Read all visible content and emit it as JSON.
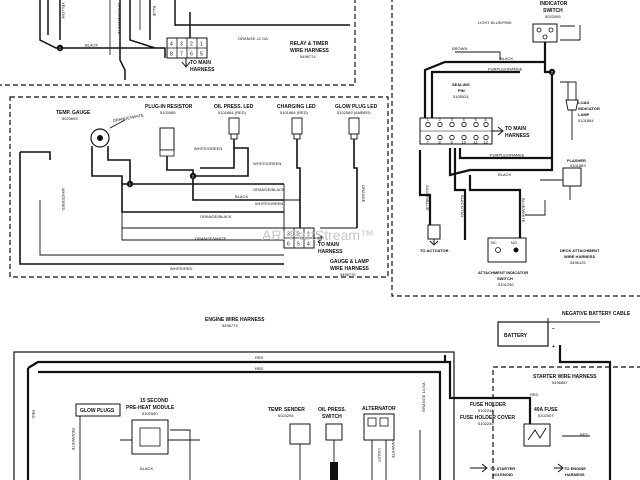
{
  "relay_timer": {
    "title_line1": "RELAY & TIMER",
    "title_line2": "WIRE HARNESS",
    "part": "5496774",
    "to_main_line1": "TO MAIN",
    "to_main_line2": "HARNESS",
    "wire_orange": "ORANGE 12 GA.",
    "wire_black": "BLACK",
    "wire_blue": "BLUE",
    "wire_orange_white": "ORANGE/WHITE",
    "wire_yellow": "YELLOW",
    "pins_top": [
      "4",
      "3",
      "2",
      "1"
    ],
    "pins_bottom": [
      "8",
      "7",
      "6",
      "5"
    ]
  },
  "indicator_switch": {
    "title_line1": "INDICATOR",
    "title_line2": "SWITCH",
    "part": "5022095",
    "wire_light_blue_pink": "LIGHT BLUE/PINK",
    "wire_purple_orange": "PURPLE/ORANGE"
  },
  "deck_harness": {
    "wire_brown": "BROWN",
    "wire_black": "BLACK",
    "wire_purple_orange": "PURPLE/ORANGE",
    "wire_purple_orange_2": "PURPLE/ORANGE",
    "wire_black_2": "BLACK",
    "sealing_pin_line1": "SEALING",
    "sealing_pin_line2": "PIN",
    "sealing_pin_part": "5105524",
    "to_main_line1": "TO MAIN",
    "to_main_line2": "HARNESS",
    "load_lamp_line1": "LOAD",
    "load_lamp_line2": "INDICATOR",
    "load_lamp_line3": "LAMP",
    "load_lamp_part": "5101884",
    "flasher": "FLASHER",
    "flasher_part": "5101883",
    "title_line1": "DECK ATTACHMENT",
    "title_line2": "WIRE HARNESS",
    "part": "5496125",
    "to_actuator": "TO ACTUATOR",
    "attach_switch_line1": "ATTACHMENT INDICATOR",
    "attach_switch_line2": "SWITCH",
    "attach_switch_part": "5101290",
    "wire_blue_white": "BLUE/WHITE",
    "wire_silver_blue": "SILVER/BLUE",
    "wire_black_tan": "BLACK/TAN",
    "switch_nc": "NC",
    "switch_no": "NO",
    "pins_top": [
      "1",
      "2",
      "3",
      "4",
      "5",
      "6"
    ],
    "pins_bottom": [
      "7",
      "8",
      "9",
      "10",
      "11",
      "12"
    ]
  },
  "gauge_lamp": {
    "temp_gauge": "TEMP. GAUGE",
    "temp_gauge_part": "5023693",
    "resistor": "PLUG-IN RESISTOR",
    "resistor_part": "5102685",
    "oil_led": "OIL PRESS. LED",
    "oil_led_part": "5101884 (RED)",
    "charging_led": "CHARGING LED",
    "charging_led_part": "5101884 (RED)",
    "glow_led": "GLOW PLUG LED",
    "glow_led_part": "5102589 (AMBER)",
    "title_line1": "GAUGE & LAMP",
    "title_line2": "WIRE HARNESS",
    "part": "5496775",
    "to_main_line1": "TO MAIN",
    "to_main_line2": "HARNESS",
    "wire_orange_white": "ORANGE/WHITE",
    "wire_white_green": "WHITE/GREEN",
    "wire_white_green_2": "WHITE/GREEN",
    "wire_orange_black": "ORANGE/BLACK",
    "wire_black": "BLACK",
    "wire_white_green_3": "WHITE/GREEN",
    "wire_orange_black_2": "ORANGE/BLACK",
    "wire_orange_white_2": "ORANGE/WHITE",
    "wire_white_red": "WHITE/RED",
    "wire_white_red_v": "WHITE/RED",
    "wire_orange_v": "ORANGE",
    "pins_top": [
      "3",
      "2",
      "1"
    ],
    "pins_bottom": [
      "6",
      "5",
      "4"
    ]
  },
  "engine": {
    "title_line1": "ENGINE WIRE HARNESS",
    "part": "5496773",
    "battery": "BATTERY",
    "neg_cable": "NEGATIVE BATTERY CABLE",
    "starter_harness": "STARTER WIRE HARNESS",
    "starter_harness_part": "5496887",
    "preheat_line1": "15 SECOND",
    "preheat_line2": "PRE-HEAT MODULE",
    "preheat_part": "5102590",
    "glow_plugs": "GLOW PLUGS",
    "temp_sender": "TEMP. SENDER",
    "temp_sender_part": "5023294",
    "oil_switch_line1": "OIL PRESS.",
    "oil_switch_line2": "SWITCH",
    "alternator": "ALTERNATOR",
    "fuse_holder": "FUSE HOLDER",
    "fuse_holder_part": "5102248",
    "fuse_cover": "FUSE HOLDER COVER",
    "fuse_cover_part": "5102249",
    "fuse_40a": "40A FUSE",
    "fuse_40a_part": "5102507",
    "to_starter_line1": "TO STARTER",
    "to_starter_line2": "SOLENOID",
    "to_engine_line1": "TO ENGINE",
    "to_engine_line2": "HARNESS",
    "wire_red": "RED",
    "wire_red_2": "RED",
    "wire_red_3": "RED",
    "wire_red_4": "RED",
    "wire_red_v": "RED",
    "wire_red_white": "RED/WHITE",
    "wire_black": "BLACK",
    "wire_orange_14": "ORANGE 14 GA.",
    "wire_green_white": "GREEN/WHITE",
    "wire_violet": "VIOLET",
    "battery_pos": "+",
    "battery_neg": "−"
  },
  "watermark": "ARI PartStream™",
  "node_labels": [
    "1",
    "2",
    "1",
    "2"
  ]
}
